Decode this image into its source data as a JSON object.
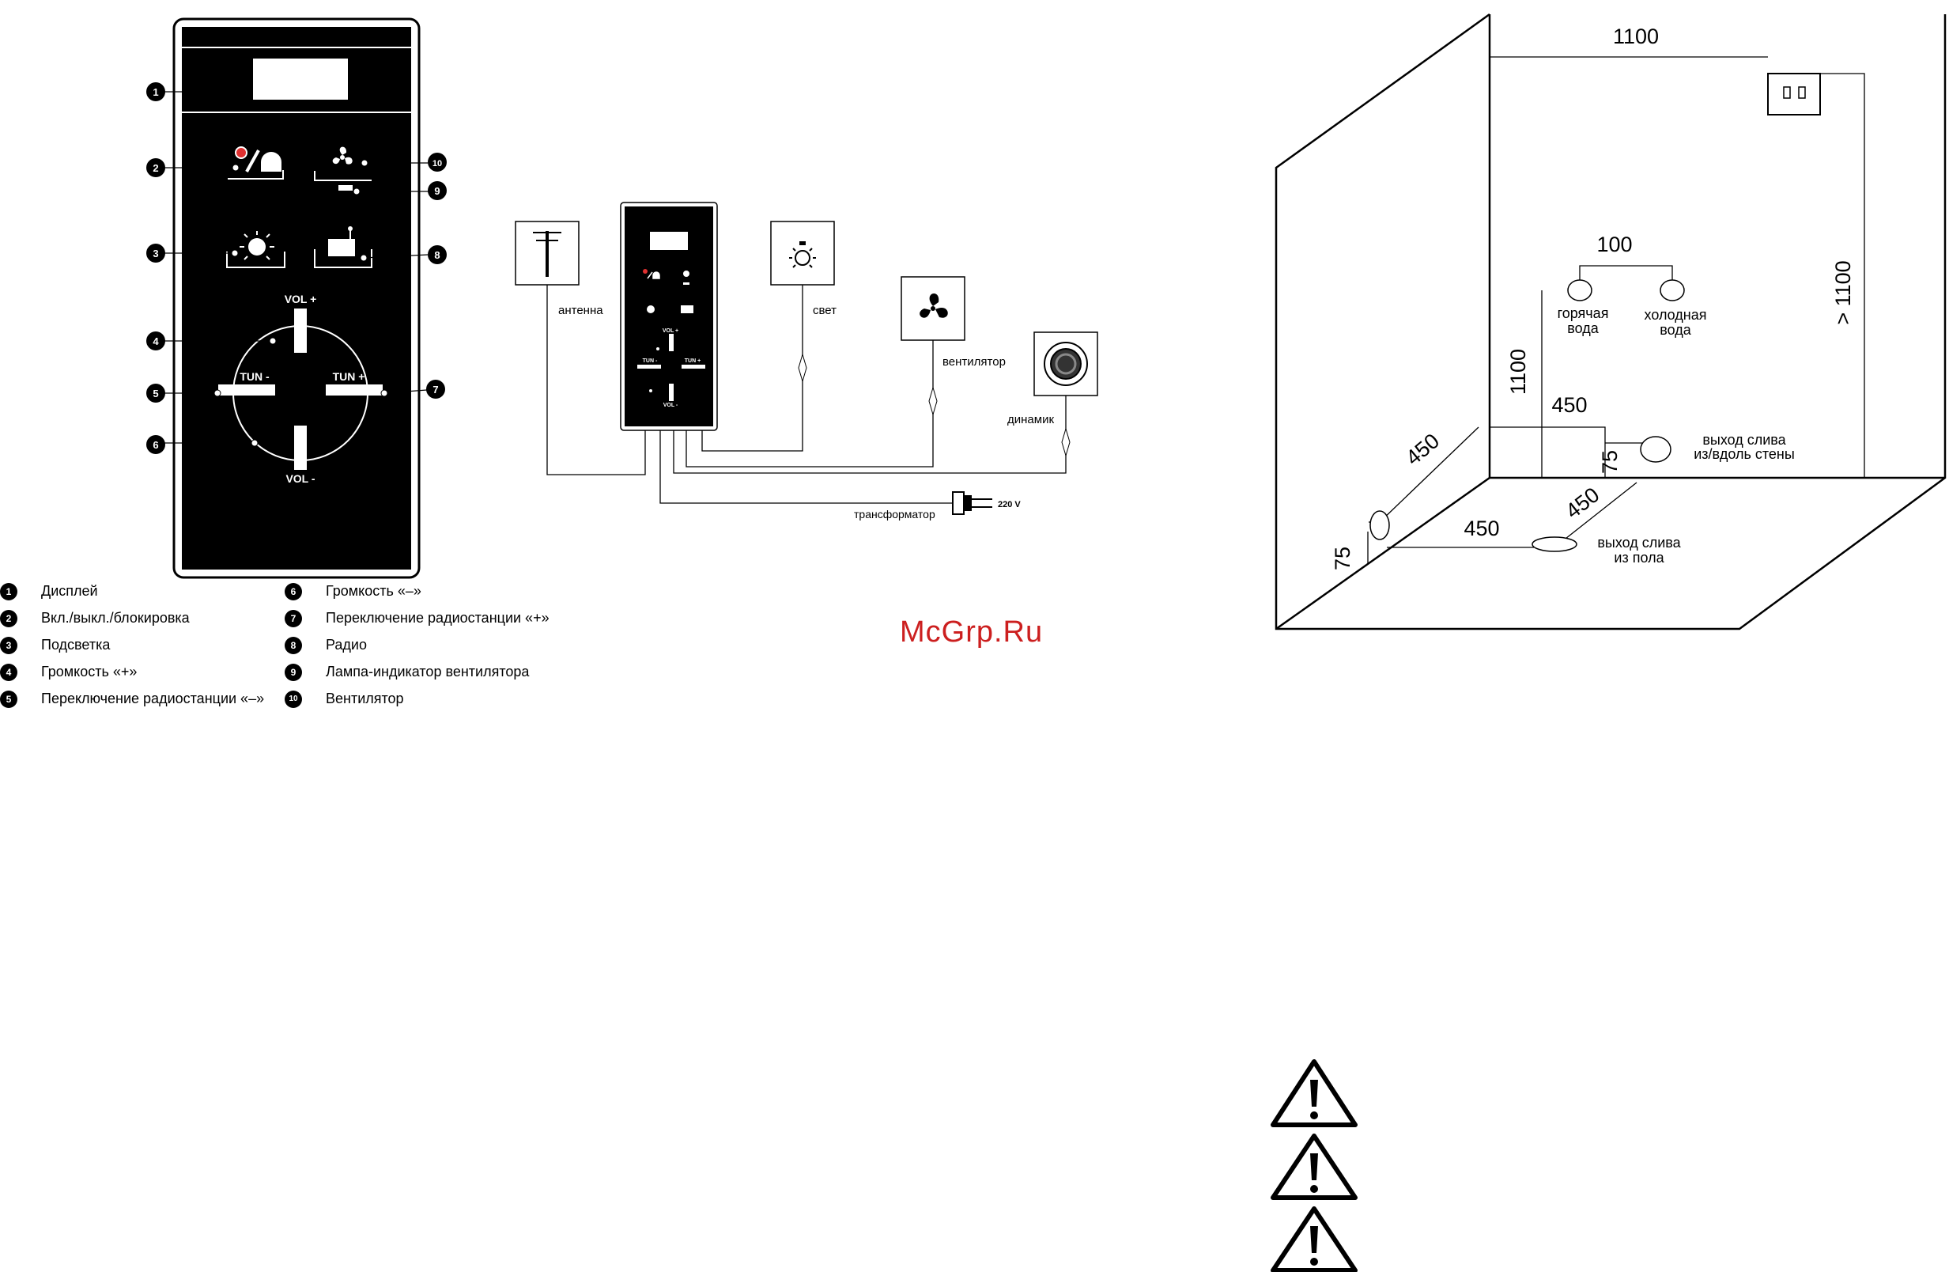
{
  "panel": {
    "markers": [
      "1",
      "2",
      "3",
      "4",
      "5",
      "6",
      "7",
      "8",
      "9",
      "10"
    ],
    "vol_plus": "VOL +",
    "vol_minus": "VOL -",
    "tun_minus": "TUN -",
    "tun_plus": "TUN +"
  },
  "legend": {
    "left": [
      {
        "num": "1",
        "label": "Дисплей"
      },
      {
        "num": "2",
        "label": "Вкл./выкл./блокировка"
      },
      {
        "num": "3",
        "label": "Подсветка"
      },
      {
        "num": "4",
        "label": "Громкость «+»"
      },
      {
        "num": "5",
        "label": "Переключение радиостанции «–»"
      }
    ],
    "right": [
      {
        "num": "6",
        "label": "Громкость «–»"
      },
      {
        "num": "7",
        "label": "Переключение радиостанции «+»"
      },
      {
        "num": "8",
        "label": "Радио"
      },
      {
        "num": "9",
        "label": "Лампа-индикатор вентилятора"
      },
      {
        "num": "10",
        "label": "Вентилятор"
      }
    ]
  },
  "wiring": {
    "antenna": "антенна",
    "light": "свет",
    "fan": "вентилятор",
    "speaker": "динамик",
    "transformer": "трансформатор",
    "voltage": "220 V",
    "mini_vol_plus": "VOL +",
    "mini_vol_minus": "VOL -",
    "mini_tun_minus": "TUN -",
    "mini_tun_plus": "TUN +"
  },
  "watermark": "McGrp.Ru",
  "room": {
    "dim_top": "1100",
    "dim_pipes": "100",
    "hot_water_1": "горячая",
    "hot_water_2": "вода",
    "cold_water_1": "холодная",
    "cold_water_2": "вода",
    "dim_right": "> 1100",
    "dim_left_h": "1100",
    "dim_450_wall": "450",
    "dim_450_left": "450",
    "dim_75_wall": "75",
    "drain_wall_1": "выход слива",
    "drain_wall_2": "из/вдоль стены",
    "dim_450_floor_diag": "450",
    "dim_75_left": "75",
    "dim_450_floor": "450",
    "drain_floor_1": "выход слива",
    "drain_floor_2": "из пола"
  },
  "colors": {
    "panel": "#000000",
    "line": "#000000",
    "indicator": "#e03030",
    "watermark": "#cc1f1f"
  }
}
